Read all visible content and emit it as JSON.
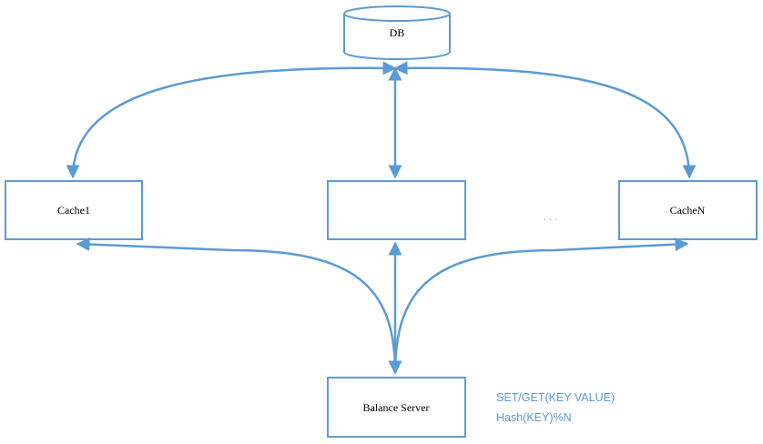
{
  "nodes": {
    "db": "DB",
    "cache1": "Cache1",
    "cache_middle": "",
    "cache_n": "CacheN",
    "balance_server": "Balance Server"
  },
  "ellipsis": "...",
  "note": {
    "line1": "SET/GET(KEY VALUE)",
    "line2": "Hash(KEY)%N"
  },
  "colors": {
    "stroke": "#5b9bd5",
    "text": "#000000",
    "note": "#5b9bd5"
  }
}
